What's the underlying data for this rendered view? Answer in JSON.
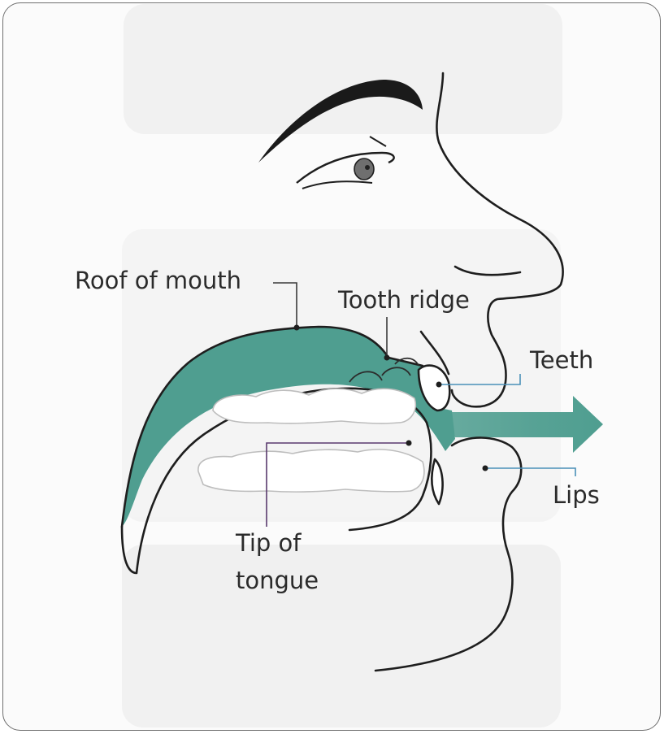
{
  "labels": {
    "roof_of_mouth": "Roof of mouth",
    "tooth_ridge": "Tooth ridge",
    "teeth": "Teeth",
    "lips": "Lips",
    "tip_of_tongue_line1": "Tip of",
    "tip_of_tongue_line2": "tongue"
  },
  "colors": {
    "airflow": "#4f9e90",
    "outline": "#1e1e1e",
    "leader_line_blue": "#4a90b8",
    "leader_line_dark": "#3a3a3a",
    "faded_background": "#ececec"
  }
}
